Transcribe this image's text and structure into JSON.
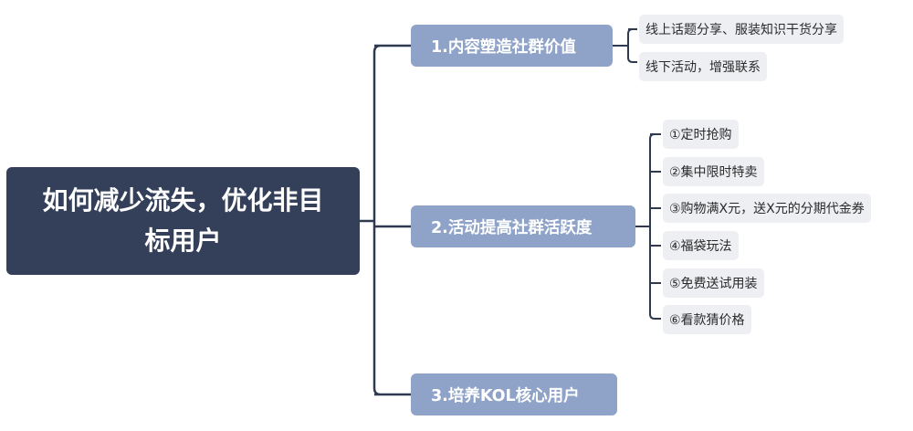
{
  "root": {
    "title": "如何减少流失，优化非目标用户"
  },
  "branches": [
    {
      "label": "1.内容塑造社群价值",
      "items": [
        "线上话题分享、服装知识干货分享",
        "线下活动，增强联系"
      ]
    },
    {
      "label": "2.活动提高社群活跃度",
      "items": [
        "①定时抢购",
        "②集中限时特卖",
        "③购物满X元，送X元的分期代金券",
        "④福袋玩法",
        "⑤免费送试用装",
        "⑥看款猜价格"
      ]
    },
    {
      "label": "3.培养KOL核心用户",
      "items": []
    }
  ],
  "colors": {
    "root_fill": "#34405a",
    "branch_fill": "#8fa3c9",
    "leaf_fill": "#edeff3",
    "connector": "#2f3a50"
  }
}
